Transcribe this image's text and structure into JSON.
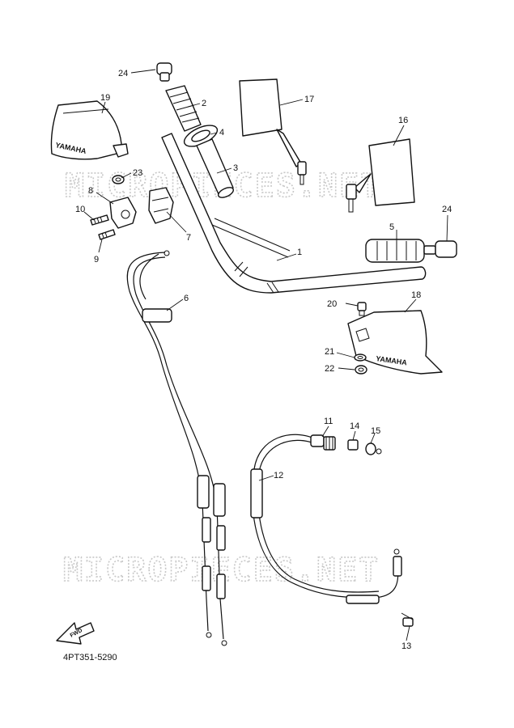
{
  "watermark": "MICROPIECES.NET",
  "brand_label": "YAMAHA",
  "fwd_label": "FWD",
  "diagram_code": "4PT351-5290",
  "callouts": [
    "24",
    "2",
    "4",
    "3",
    "19",
    "23",
    "8",
    "10",
    "9",
    "7",
    "17",
    "16",
    "1",
    "5",
    "24",
    "6",
    "20",
    "18",
    "21",
    "22",
    "11",
    "14",
    "15",
    "12",
    "13"
  ],
  "colors": {
    "ink": "#111111",
    "watermark": "#c8c8c8",
    "background": "#ffffff"
  }
}
